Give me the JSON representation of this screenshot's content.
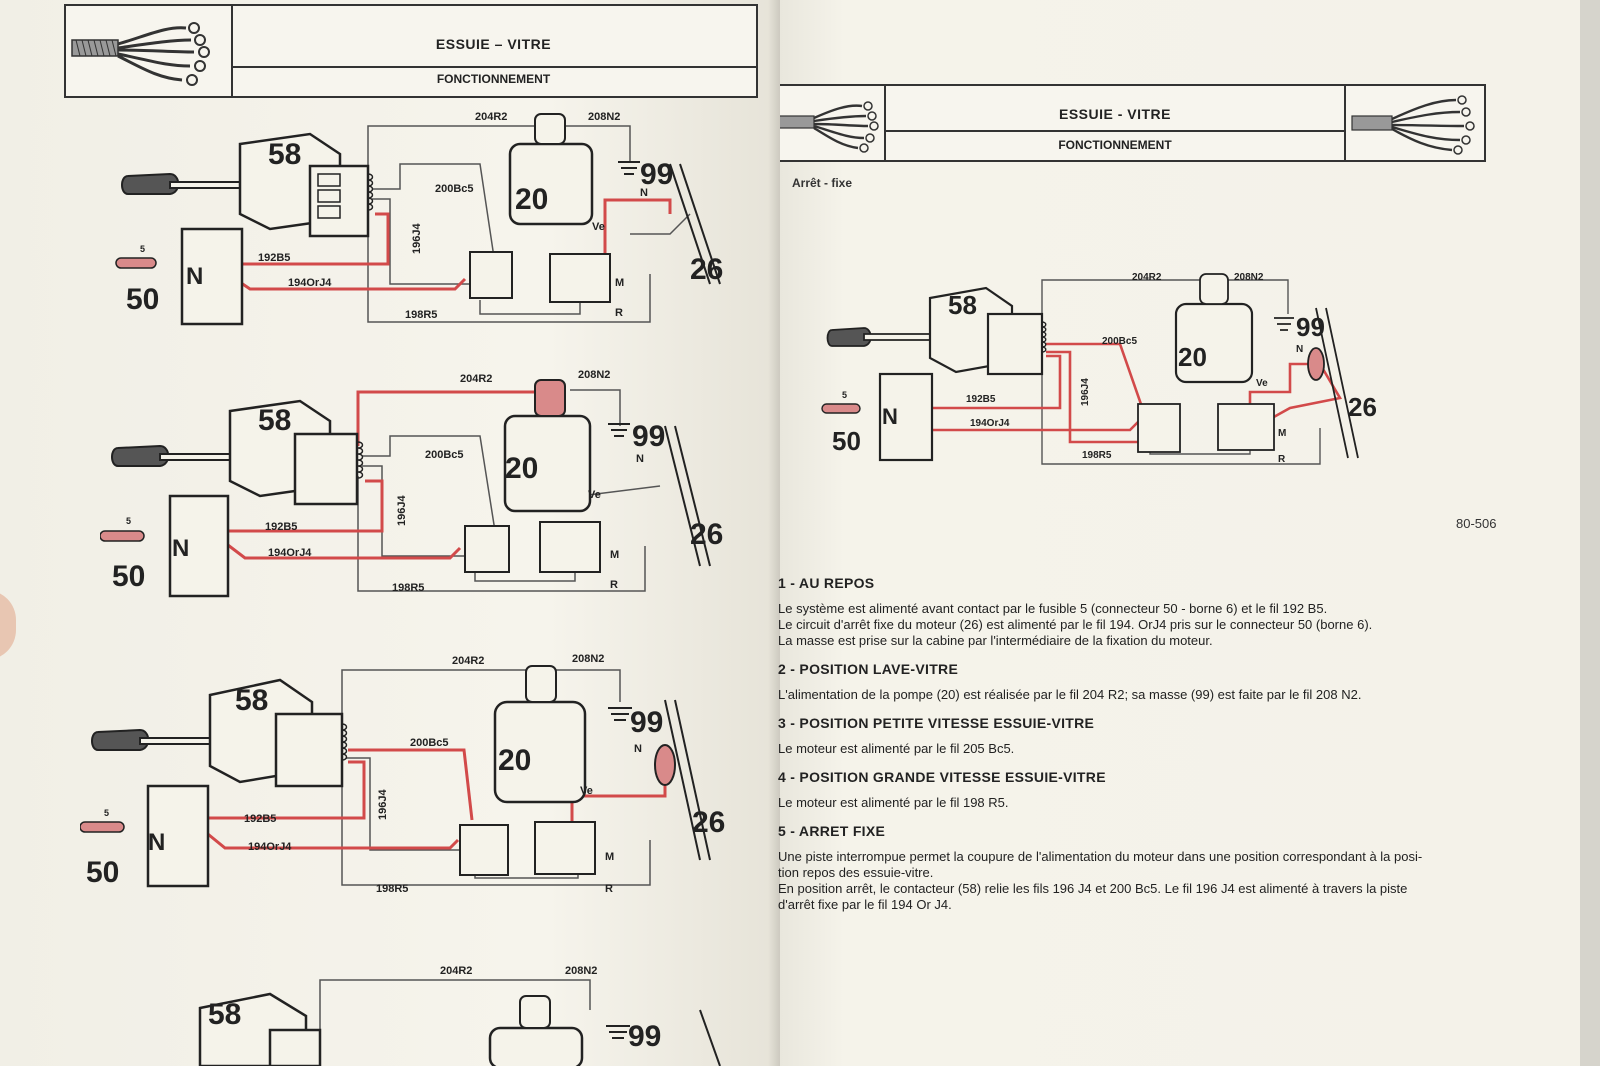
{
  "left_page": {
    "header": {
      "title": "ESSUIE – VITRE",
      "subtitle": "FONCTIONNEMENT",
      "logo_icon": "wire-harness-icon"
    },
    "diagrams": [
      {
        "labels": {
          "switch": "58",
          "connector": "50",
          "connector_letter": "N",
          "pump": "20",
          "ground": "99",
          "motor": "26",
          "fuse": "5",
          "w204": "204R2",
          "w208": "208N2",
          "w200": "200Bc5",
          "w196": "196J4",
          "w192": "192B5",
          "w194": "194OrJ4",
          "w198": "198R5",
          "ve": "Ve",
          "n": "N",
          "m": "M",
          "r": "R"
        }
      },
      {
        "labels": {
          "switch": "58",
          "connector": "50",
          "connector_letter": "N",
          "pump": "20",
          "ground": "99",
          "motor": "26",
          "fuse": "5",
          "w204": "204R2",
          "w208": "208N2",
          "w200": "200Bc5",
          "w196": "196J4",
          "w192": "192B5",
          "w194": "194OrJ4",
          "w198": "198R5",
          "ve": "Ve",
          "n": "N",
          "m": "M",
          "r": "R"
        }
      },
      {
        "labels": {
          "switch": "58",
          "connector": "50",
          "connector_letter": "N",
          "pump": "20",
          "ground": "99",
          "motor": "26",
          "fuse": "5",
          "w204": "204R2",
          "w208": "208N2",
          "w200": "200Bc5",
          "w196": "196J4",
          "w192": "192B5",
          "w194": "194OrJ4",
          "w198": "198R5",
          "ve": "Ve",
          "n": "N",
          "m": "M",
          "r": "R"
        }
      },
      {
        "labels": {
          "switch": "58",
          "ground": "99",
          "w204": "204R2",
          "w208": "208N2"
        }
      }
    ]
  },
  "right_page": {
    "header": {
      "title": "ESSUIE - VITRE",
      "subtitle": "FONCTIONNEMENT",
      "logo_icon": "wire-harness-icon"
    },
    "diagram_caption": "Arrêt - fixe",
    "figure_ref": "80-506",
    "diagram": {
      "labels": {
        "switch": "58",
        "connector": "50",
        "connector_letter": "N",
        "pump": "20",
        "ground": "99",
        "motor": "26",
        "fuse": "5",
        "w204": "204R2",
        "w208": "208N2",
        "w200": "200Bc5",
        "w196": "196J4",
        "w192": "192B5",
        "w194": "194OrJ4",
        "w198": "198R5",
        "ve": "Ve",
        "n": "N",
        "m": "M",
        "r": "R"
      }
    },
    "sections": [
      {
        "heading": "1 - AU REPOS",
        "lines": [
          "Le système est alimenté avant contact par le fusible 5 (connecteur 50 - borne 6) et le fil 192 B5.",
          "Le circuit d'arrêt fixe du moteur (26) est alimenté par le fil 194. OrJ4 pris sur le connecteur 50 (borne 6).",
          "La masse est prise sur la cabine par l'intermédiaire de la fixation du moteur."
        ]
      },
      {
        "heading": "2 - POSITION LAVE-VITRE",
        "lines": [
          "L'alimentation de la pompe (20) est réalisée par le fil 204 R2; sa masse (99) est faite par le fil 208 N2."
        ]
      },
      {
        "heading": "3 - POSITION PETITE VITESSE ESSUIE-VITRE",
        "lines": [
          "Le moteur est alimenté par le fil 205 Bc5."
        ]
      },
      {
        "heading": "4 - POSITION GRANDE VITESSE ESSUIE-VITRE",
        "lines": [
          "Le moteur est alimenté par le fil 198 R5."
        ]
      },
      {
        "heading": "5 - ARRET FIXE",
        "lines": [
          "Une piste interrompue permet la coupure de l'alimentation du moteur dans une position correspondant à la posi-",
          "tion repos des essuie-vitre.",
          "En position arrêt, le contacteur (58) relie les fils 196 J4 et 200 Bc5. Le fil 196 J4 est alimenté à travers la piste",
          "d'arrêt fixe par le fil 194 Or J4."
        ]
      }
    ]
  },
  "colors": {
    "wire_active": "#d24a4a",
    "wire_passive": "#555555",
    "paper": "#f5f3ea",
    "ink": "#222222",
    "highlight_part": "#d98a8a"
  }
}
